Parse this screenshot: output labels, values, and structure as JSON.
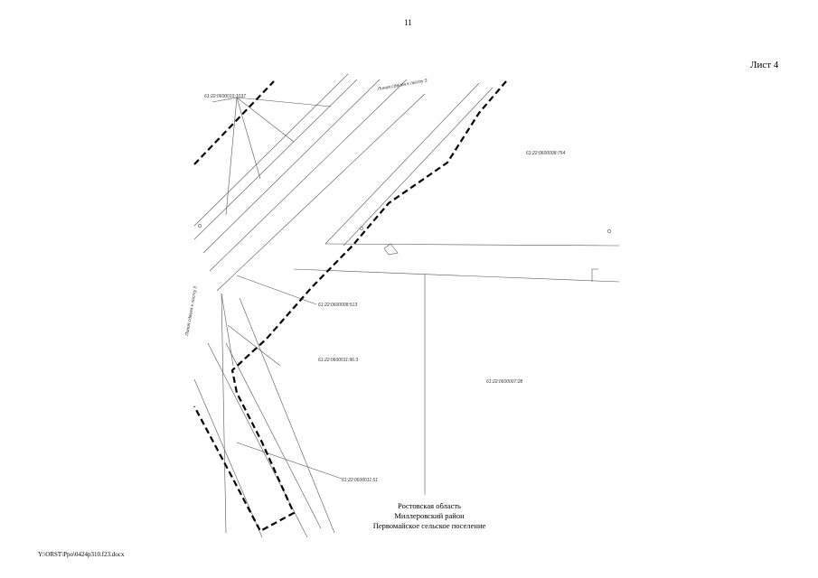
{
  "page_number": "11",
  "sheet_label": "Лист 4",
  "footer_path": "Y:\\ORST\\Ppo\\0424p310.f23.docx",
  "region": {
    "line1": "Ростовская область",
    "line2": "Миллеровский район",
    "line3": "Первомайское сельское поселение"
  },
  "map_labels": {
    "top_left": "61:22:0600015:1037",
    "upper_diagonal": "Линия сдвига к листу 3",
    "right_upper": "61:22:0600008:754",
    "left_vertical": "Линия сдвига к листу 3",
    "middle_parcel": "61:22:0600008:513",
    "center_parcel": "61:22:0600011:96:3",
    "right_parcel": "61:22:0600007:28",
    "lower_parcel": "61:22:0600011:51"
  },
  "line_color": "#000000"
}
